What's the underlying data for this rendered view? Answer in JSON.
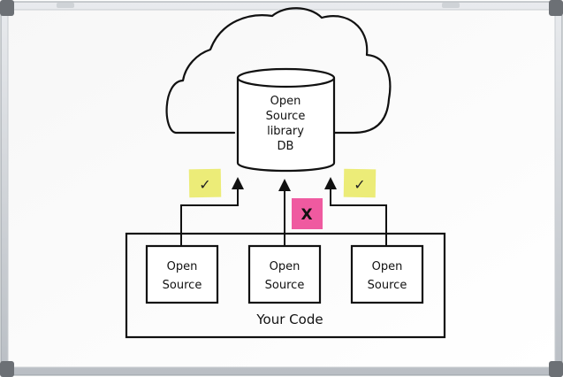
{
  "database": {
    "lines": [
      "Open",
      "Source",
      "library",
      "DB"
    ]
  },
  "modules": [
    {
      "line1": "Open",
      "line2": "Source"
    },
    {
      "line1": "Open",
      "line2": "Source"
    },
    {
      "line1": "Open",
      "line2": "Source"
    }
  ],
  "container_label": "Your Code",
  "stickies": [
    {
      "mark": "✓",
      "status": "allowed",
      "color": "#ecec78"
    },
    {
      "mark": "X",
      "status": "blocked",
      "color": "#ef5aa0"
    },
    {
      "mark": "✓",
      "status": "allowed",
      "color": "#ecec78"
    }
  ]
}
